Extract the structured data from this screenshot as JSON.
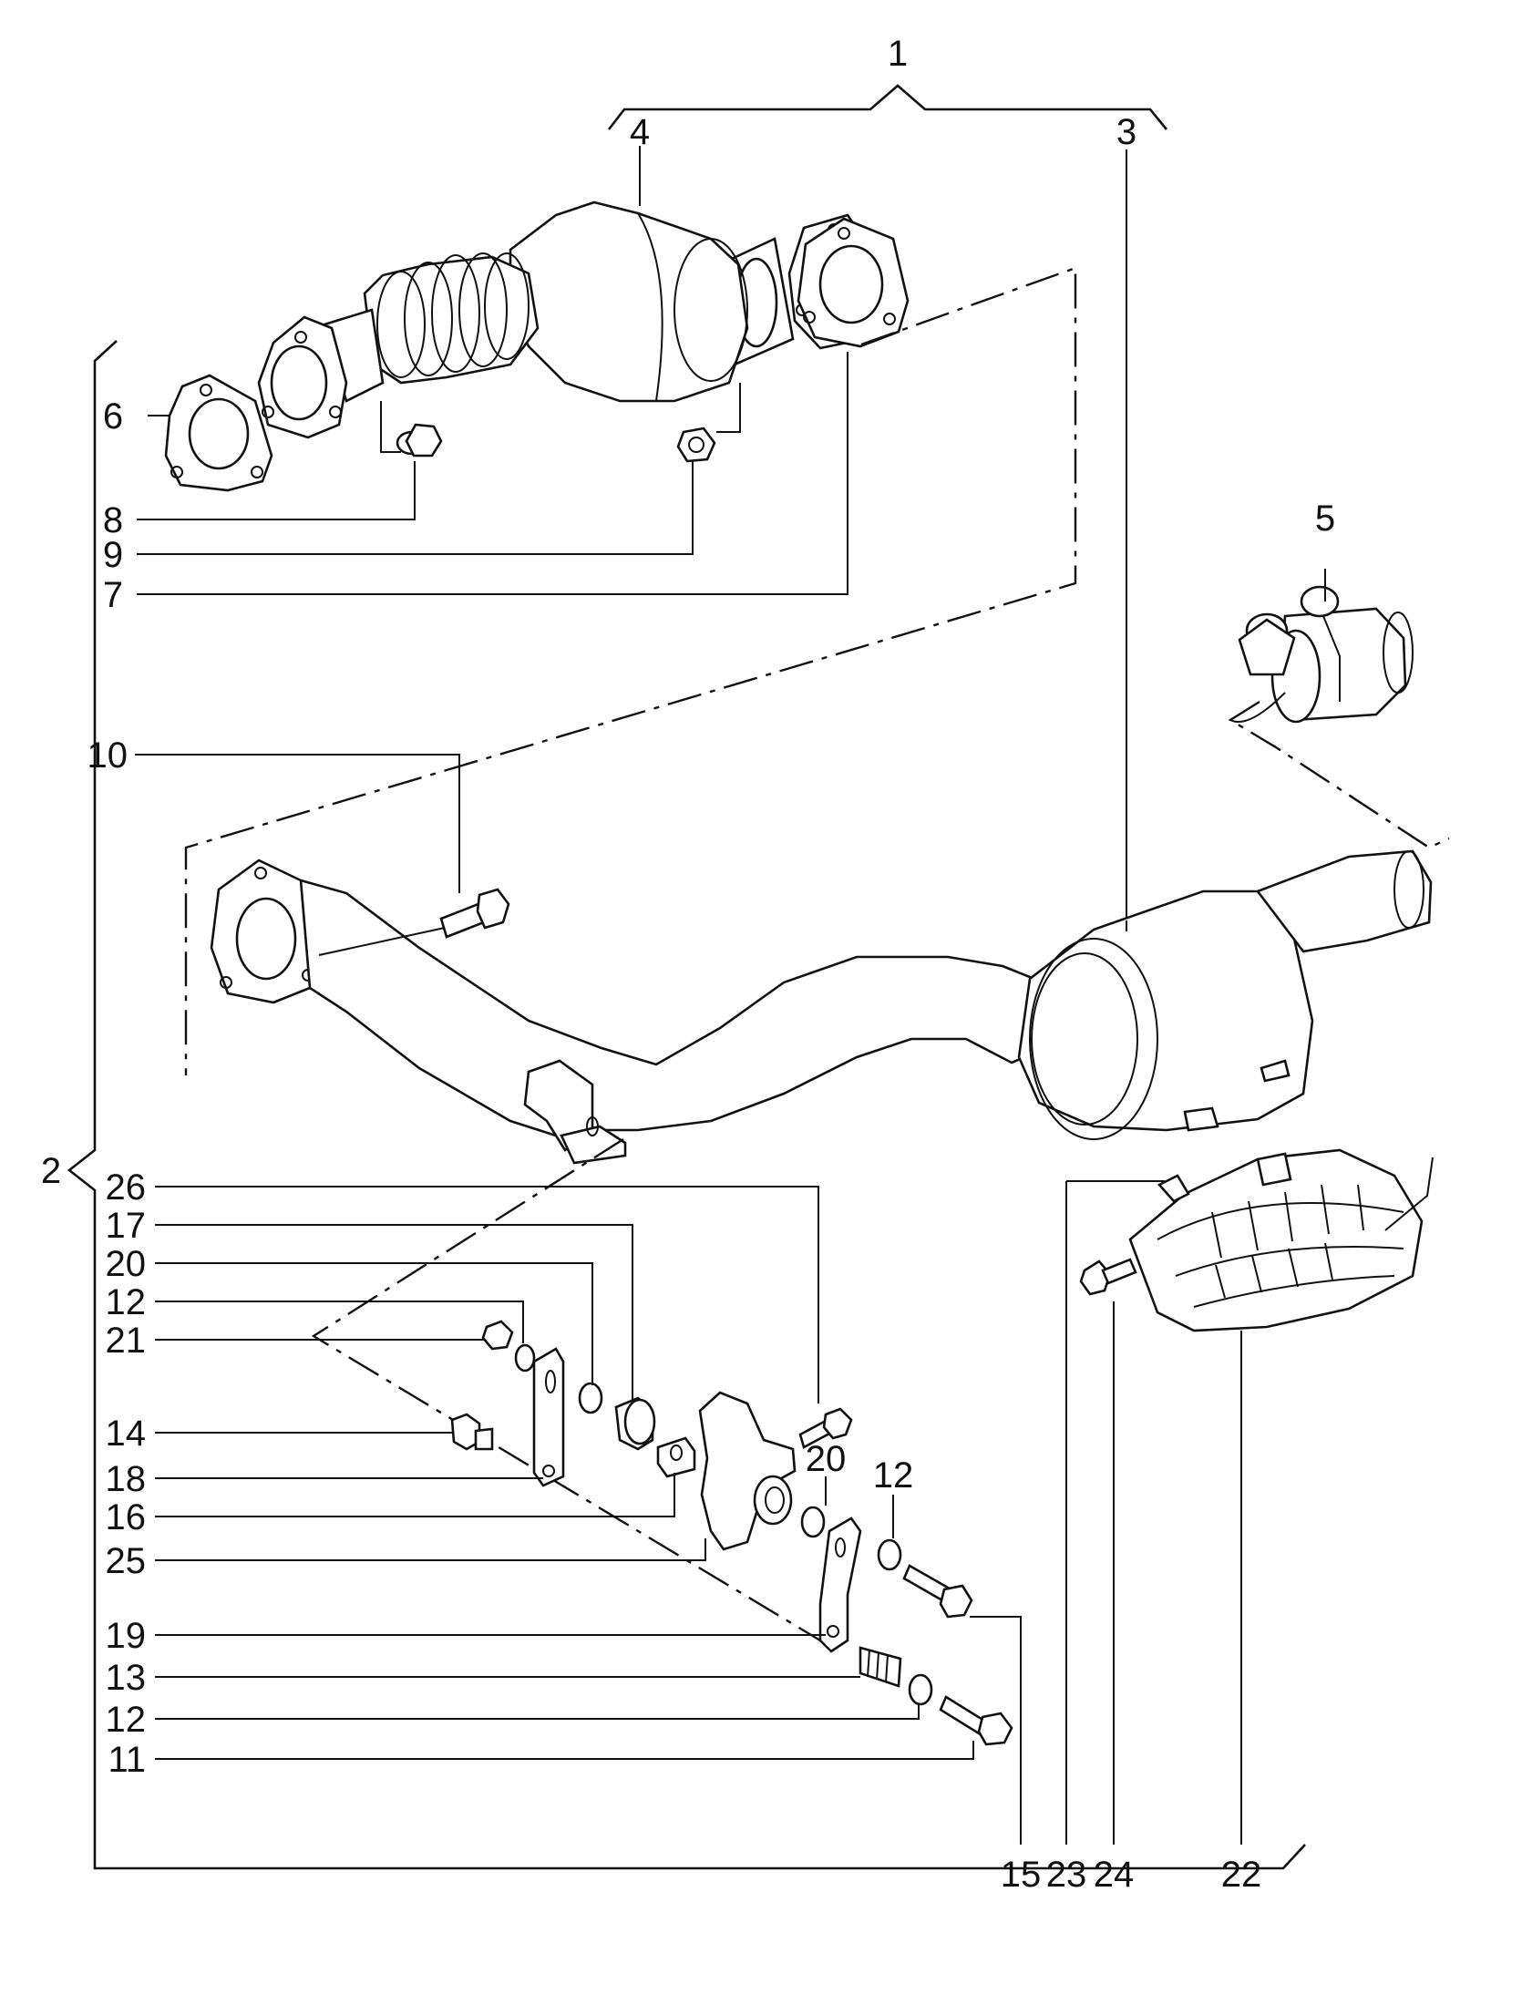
{
  "diagram": {
    "labels": [
      {
        "id": "1",
        "text": "1"
      },
      {
        "id": "2",
        "text": "2"
      },
      {
        "id": "3",
        "text": "3"
      },
      {
        "id": "4",
        "text": "4"
      },
      {
        "id": "5",
        "text": "5"
      },
      {
        "id": "6",
        "text": "6"
      },
      {
        "id": "7",
        "text": "7"
      },
      {
        "id": "8",
        "text": "8"
      },
      {
        "id": "9",
        "text": "9"
      },
      {
        "id": "10",
        "text": "10"
      },
      {
        "id": "11",
        "text": "11"
      },
      {
        "id": "12a",
        "text": "12"
      },
      {
        "id": "12b",
        "text": "12"
      },
      {
        "id": "12c",
        "text": "12"
      },
      {
        "id": "13",
        "text": "13"
      },
      {
        "id": "14",
        "text": "14"
      },
      {
        "id": "15",
        "text": "15"
      },
      {
        "id": "16",
        "text": "16"
      },
      {
        "id": "17",
        "text": "17"
      },
      {
        "id": "18",
        "text": "18"
      },
      {
        "id": "19",
        "text": "19"
      },
      {
        "id": "20a",
        "text": "20"
      },
      {
        "id": "20b",
        "text": "20"
      },
      {
        "id": "21",
        "text": "21"
      },
      {
        "id": "22",
        "text": "22"
      },
      {
        "id": "23",
        "text": "23"
      },
      {
        "id": "24",
        "text": "24"
      },
      {
        "id": "25",
        "text": "25"
      },
      {
        "id": "26",
        "text": "26"
      }
    ]
  }
}
